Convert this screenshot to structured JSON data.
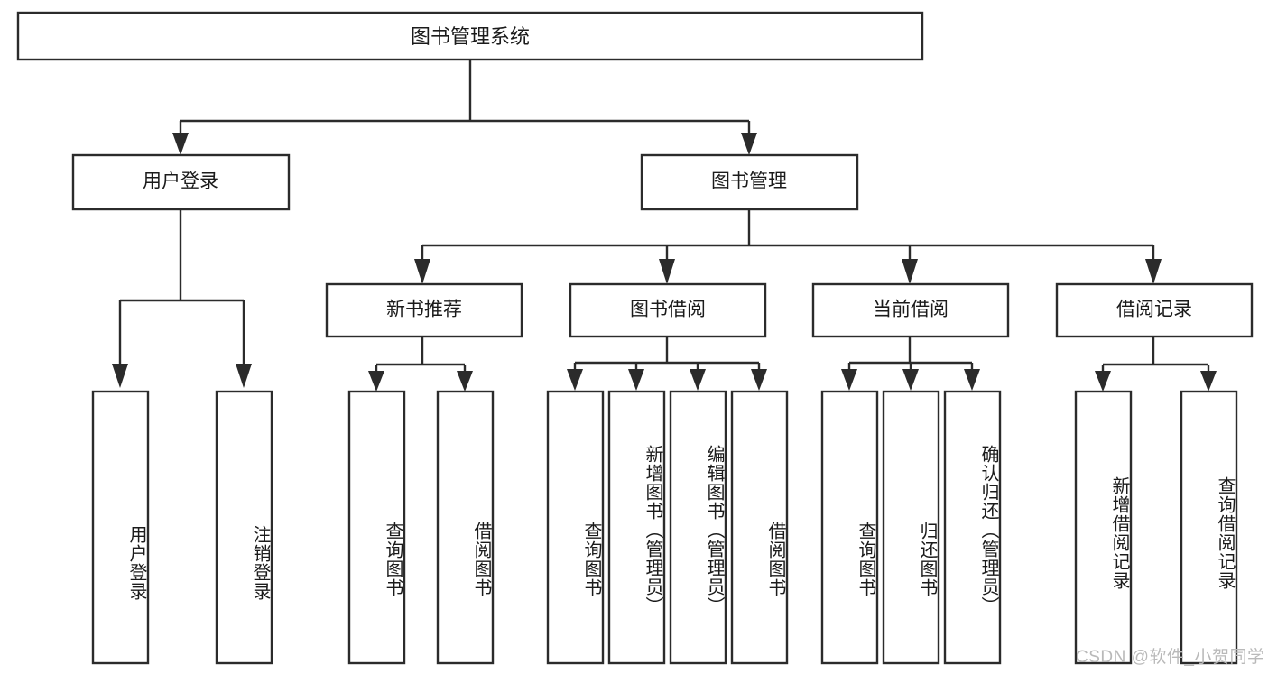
{
  "diagram": {
    "title": "图书管理系统",
    "type": "hierarchy-tree",
    "watermark": "CSDN @软件_小贺同学",
    "colors": {
      "box_stroke": "#2b2b2b",
      "box_fill": "#ffffff",
      "text": "#1b1b1b",
      "canvas": "#ffffff",
      "watermark": "#b9b9b9"
    },
    "root": {
      "label": "图书管理系统"
    },
    "level2": [
      {
        "label": "用户登录"
      },
      {
        "label": "图书管理"
      }
    ],
    "level3": [
      {
        "label": "新书推荐"
      },
      {
        "label": "图书借阅"
      },
      {
        "label": "当前借阅"
      },
      {
        "label": "借阅记录"
      }
    ],
    "leaves": {
      "user_login": [
        {
          "label": "用户登录"
        },
        {
          "label": "注销登录"
        }
      ],
      "new_book": [
        {
          "label": "查询图书"
        },
        {
          "label": "借阅图书"
        }
      ],
      "book_borrow": [
        {
          "label": "查询图书"
        },
        {
          "label": "新增图书（管理员）"
        },
        {
          "label": "编辑图书（管理员）"
        },
        {
          "label": "借阅图书"
        }
      ],
      "current_borrow": [
        {
          "label": "查询图书"
        },
        {
          "label": "归还图书"
        },
        {
          "label": "确认归还（管理员）"
        }
      ],
      "borrow_record": [
        {
          "label": "新增借阅记录"
        },
        {
          "label": "查询借阅记录"
        }
      ]
    }
  }
}
